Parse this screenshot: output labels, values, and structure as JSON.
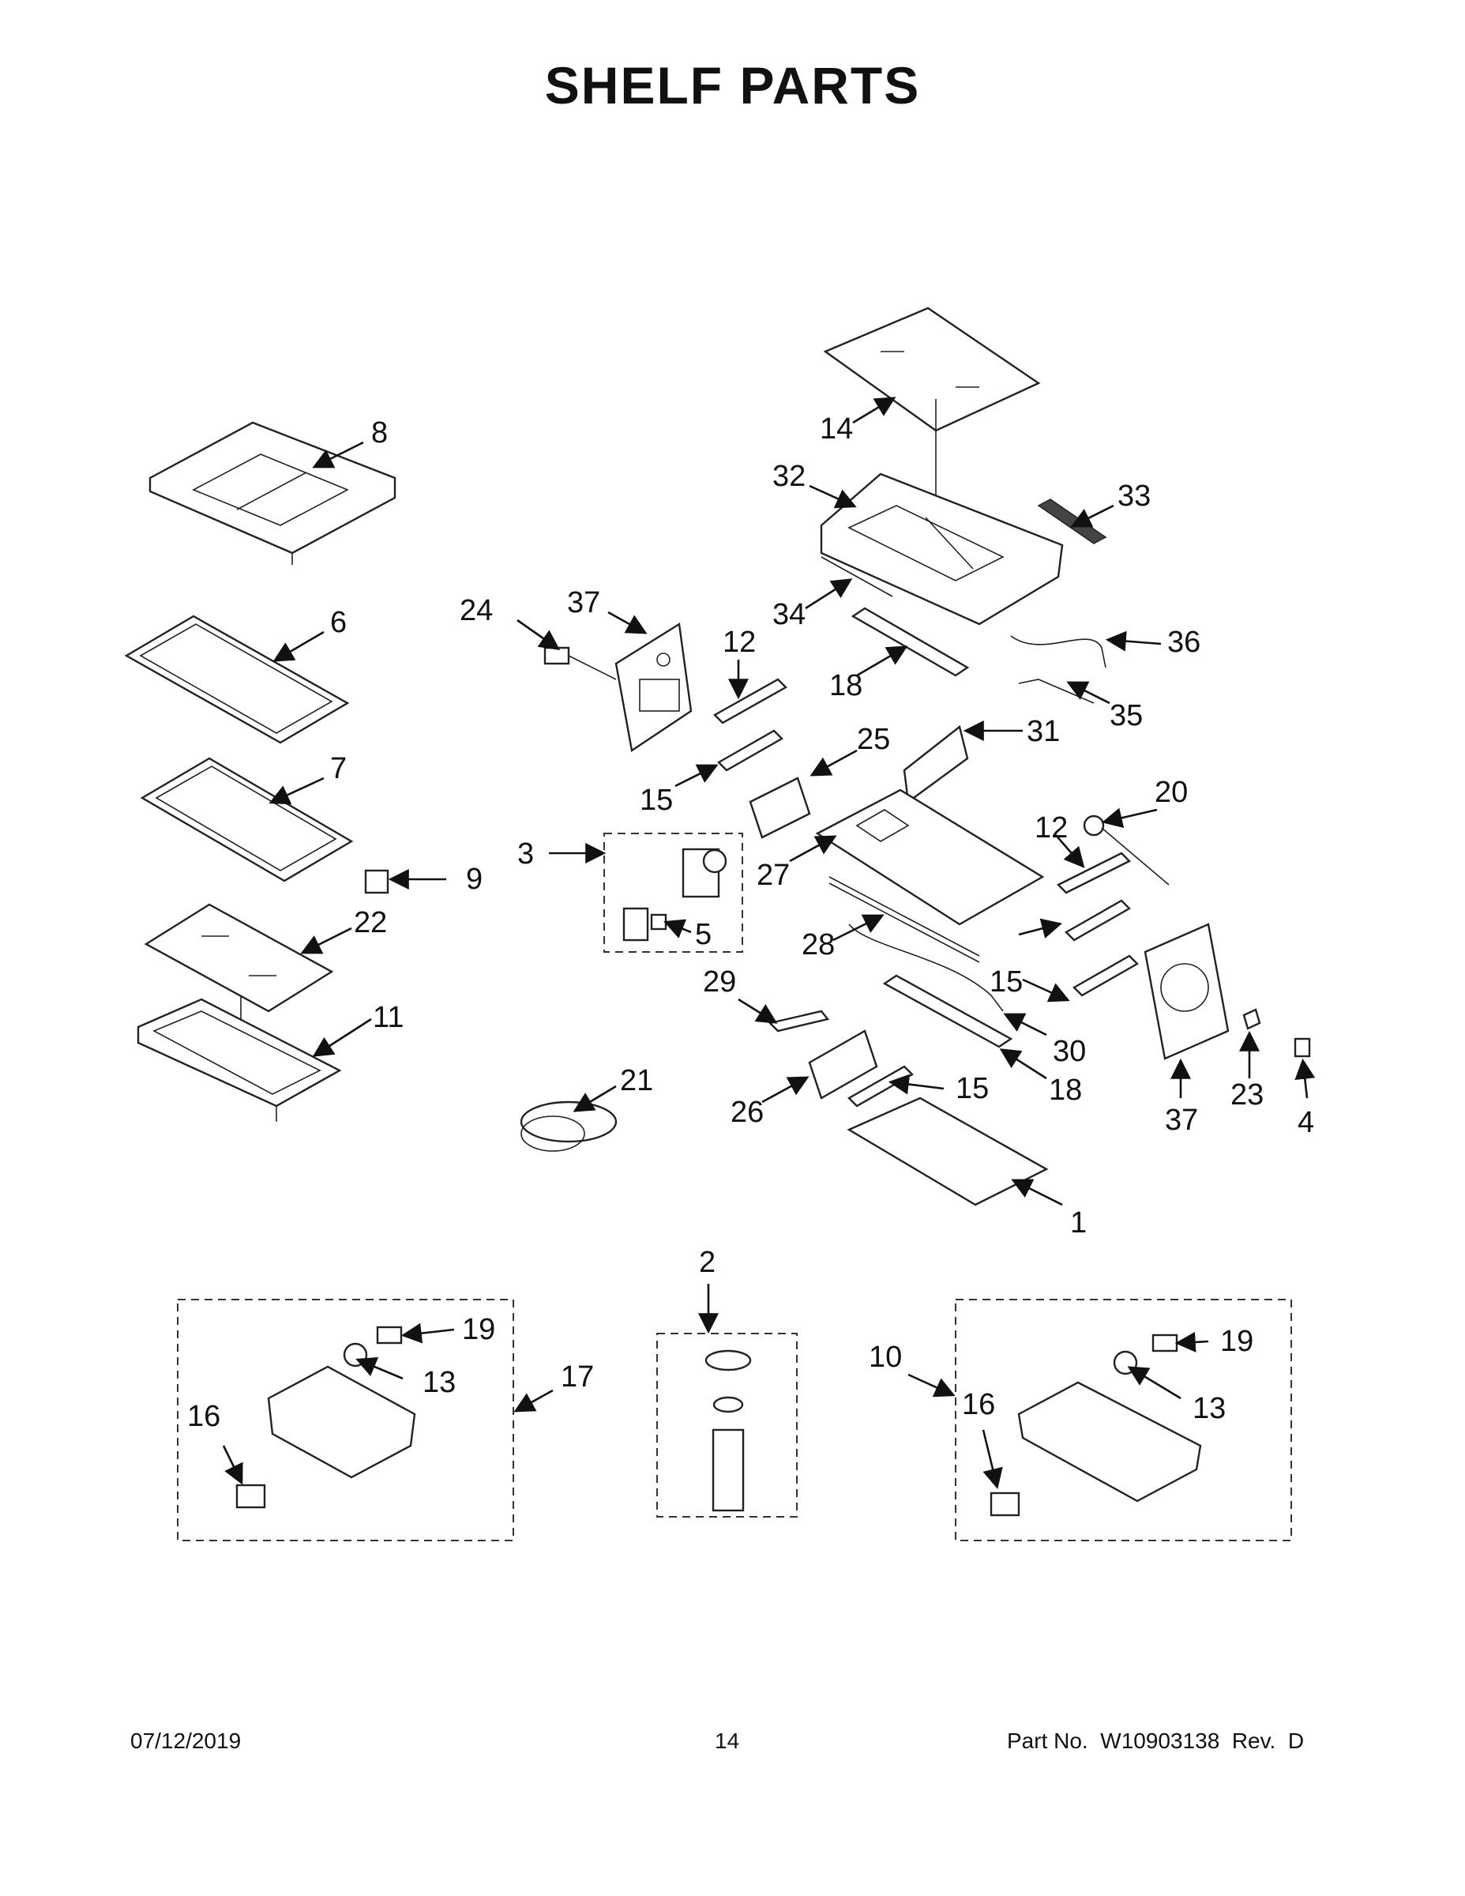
{
  "title": "SHELF PARTS",
  "callouts": {
    "c1": "1",
    "c2": "2",
    "c3": "3",
    "c4": "4",
    "c5": "5",
    "c6": "6",
    "c7": "7",
    "c8": "8",
    "c9": "9",
    "c10": "10",
    "c11": "11",
    "c12a": "12",
    "c12b": "12",
    "c13a": "13",
    "c13b": "13",
    "c14": "14",
    "c15a": "15",
    "c15b": "15",
    "c15c": "15",
    "c16a": "16",
    "c16b": "16",
    "c17": "17",
    "c18a": "18",
    "c18b": "18",
    "c19a": "19",
    "c19b": "19",
    "c20": "20",
    "c21": "21",
    "c22": "22",
    "c23": "23",
    "c24": "24",
    "c25": "25",
    "c26": "26",
    "c27": "27",
    "c28": "28",
    "c29": "29",
    "c30": "30",
    "c31": "31",
    "c32": "32",
    "c33": "33",
    "c34": "34",
    "c35": "35",
    "c36": "36",
    "c37a": "37",
    "c37b": "37"
  },
  "footer": {
    "date": "07/12/2019",
    "page": "14",
    "part_no": "Part No.  W10903138  Rev.  D"
  }
}
